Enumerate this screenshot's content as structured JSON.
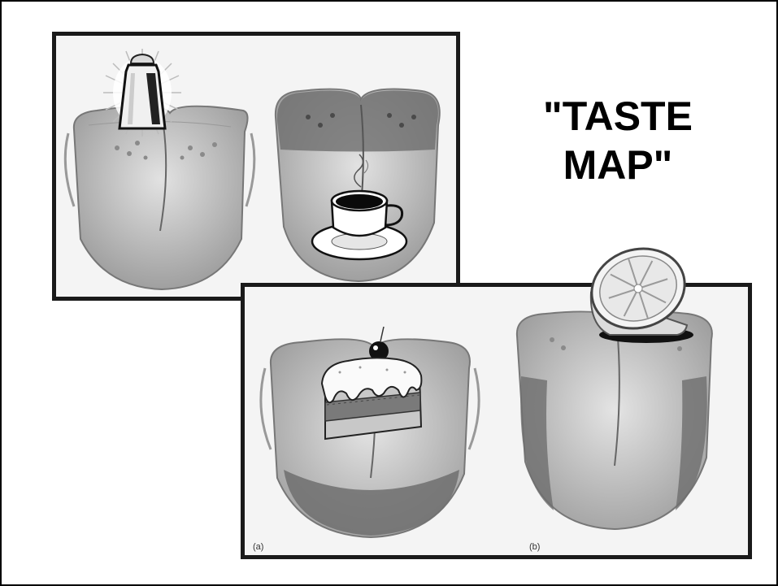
{
  "title": {
    "line1": "\"TASTE",
    "line2": "MAP\""
  },
  "captions": {
    "a": "(a)",
    "b": "(b)"
  },
  "icons": {
    "salt_shaker": "salt-shaker-icon",
    "coffee_cup": "coffee-cup-icon",
    "cake_slice": "cake-slice-icon",
    "lemon_half": "lemon-half-icon"
  },
  "colors": {
    "panel_border": "#1a1a1a",
    "tongue_fill": "#c9c9c9",
    "taste_region": "#6e6e6e"
  }
}
